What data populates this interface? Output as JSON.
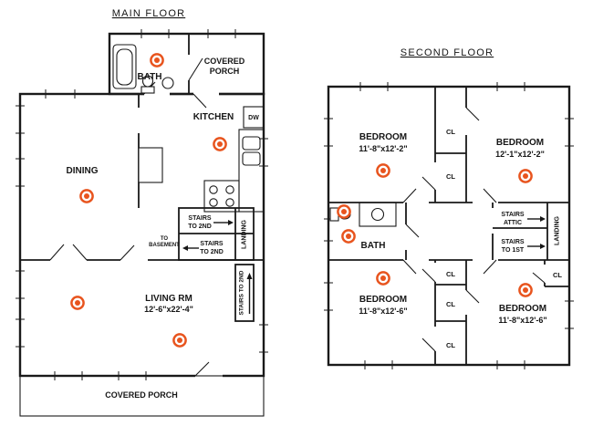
{
  "colors": {
    "wall": "#1a1a1a",
    "hotspot": "#e8541e"
  },
  "main_floor": {
    "title": "MAIN FLOOR",
    "bath_label": "BATH",
    "porch_top_line1": "COVERED",
    "porch_top_line2": "PORCH",
    "kitchen_label": "KITCHEN",
    "dishwasher_label": "DW",
    "dining_label": "DINING",
    "living_label": "LIVING RM",
    "living_dims": "12'-6\"x22'-4\"",
    "porch_bottom_label": "COVERED PORCH",
    "stairs_up_line1": "STAIRS",
    "stairs_up_line2": "TO 2ND",
    "stairs_down_line1": "STAIRS",
    "stairs_down_line2": "TO 2ND",
    "basement_line1": "TO",
    "basement_line2": "BASEMENT",
    "landing_label": "LANDING",
    "stairs_vertical_label": "STAIRS TO 2ND"
  },
  "second_floor": {
    "title": "SECOND FLOOR",
    "bedroom_nw_label": "BEDROOM",
    "bedroom_nw_dims": "11'-8\"x12'-2\"",
    "bedroom_ne_label": "BEDROOM",
    "bedroom_ne_dims": "12'-1\"x12'-2\"",
    "bedroom_sw_label": "BEDROOM",
    "bedroom_sw_dims": "11'-8\"x12'-6\"",
    "bedroom_se_label": "BEDROOM",
    "bedroom_se_dims": "11'-8\"x12'-6\"",
    "bath_label": "BATH",
    "closet_label": "CL",
    "stairs_attic_line1": "STAIRS",
    "stairs_attic_line2": "ATTIC",
    "stairs_first_line1": "STAIRS",
    "stairs_first_line2": "TO 1ST",
    "landing_label": "LANDING"
  }
}
